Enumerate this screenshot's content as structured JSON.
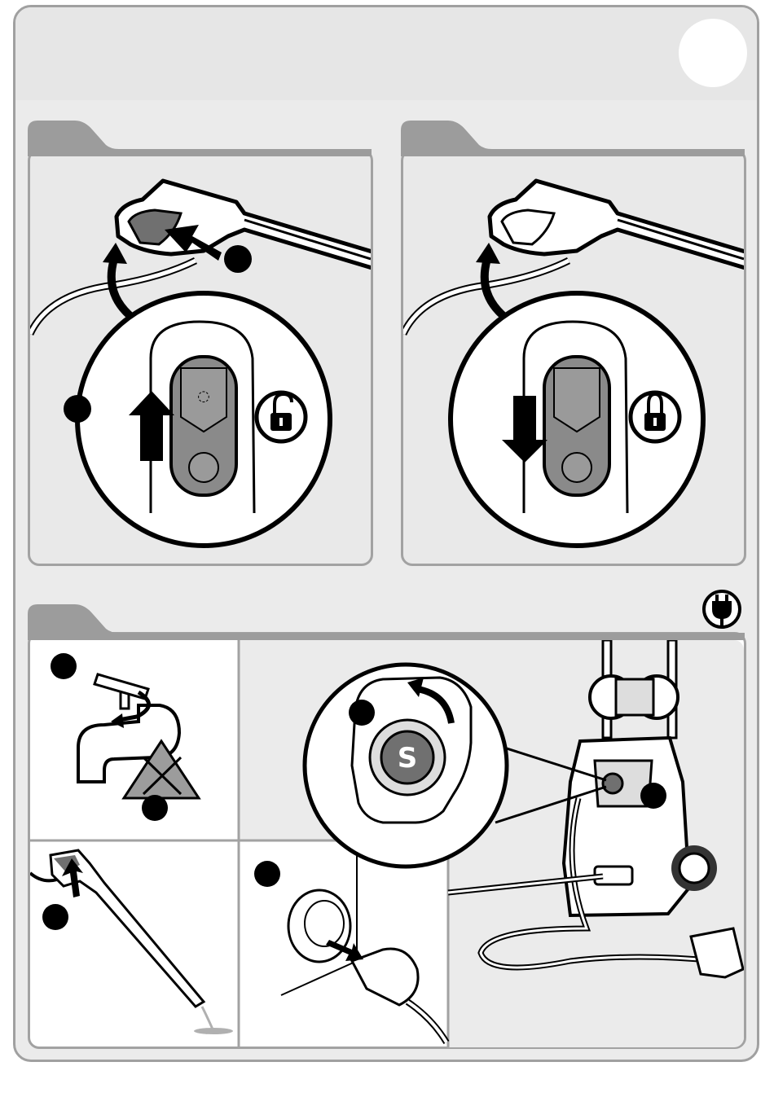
{
  "page": {
    "panels": [
      {
        "id": "unlock-panel",
        "lock_icon": "unlock-icon",
        "arrow_direction": "up"
      },
      {
        "id": "lock-panel",
        "lock_icon": "lock-icon",
        "arrow_direction": "down"
      },
      {
        "id": "shutdown-panel",
        "header_icon": "power-plug-icon"
      }
    ],
    "icons": [
      "unlock-icon",
      "lock-icon",
      "power-plug-icon",
      "tap-icon",
      "no-water-warning-icon",
      "spray-gun-icon",
      "power-switch-knob-icon",
      "mains-plug-icon"
    ],
    "colors": {
      "frame": "#a0a0a0",
      "panel_bg": "#e9e9e9",
      "tab": "#9c9c9c",
      "trigger": "#707070",
      "ink": "#000000"
    }
  }
}
